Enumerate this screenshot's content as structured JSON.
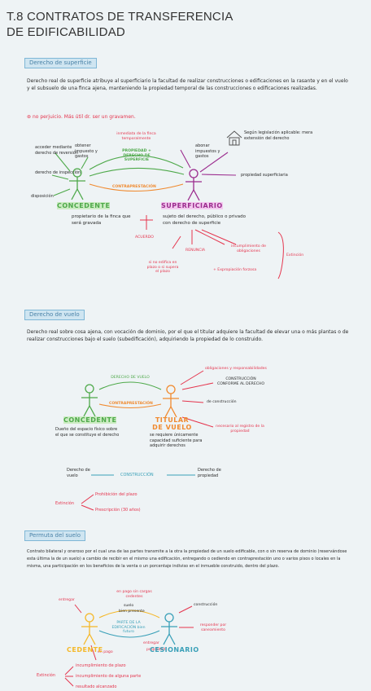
{
  "title": "T.8 CONTRATOS DE TRANSFERENCIA DE EDIFICABILIDAD",
  "s1": {
    "heading": "Derecho de superficie",
    "para": "Derecho real de superficie atribuye al superficiario la facultad de realizar construcciones o edificaciones en la rasante y en el vuelo y el subsuelo de una finca ajena, manteniendo la propiedad temporal de las construcciones o edificaciones realizadas.",
    "note": "no perjuicio. Más útil dr. ser un gravamen.",
    "left_opts": [
      "acceder mediante",
      "derecho de reversión",
      "derecho de inspección",
      "disposición"
    ],
    "left_top": "obtener impuesto y gastos",
    "center_top": "inmediata de la finca temporalmente",
    "center_box": "PROPIEDAD + DERECHO DE SUPERFICIE",
    "contra": "CONTRAPRESTACIÓN",
    "right_top": "abonar impuestos y gastos",
    "right_house": "Según legislación aplicable: mera extensión del derecho",
    "right_prop": "propiedad superficiaria",
    "role_left": "CONCEDENTE",
    "role_right": "SUPERFICIARIO",
    "left_under": "propietario de la finca que será gravada",
    "right_under": "sujeto del derecho, público o privado con derecho de superficie",
    "acuerdo": "ACUERDO",
    "renuncia": "RENUNCIA",
    "incumplimiento": "incumplimiento de obligaciones",
    "expropiacion": "+ Expropiación forzosa",
    "extincion": "Extinción",
    "no_edifica": "si no edifica en plazo o si supera el plazo"
  },
  "s2": {
    "heading": "Derecho de vuelo",
    "para": "Derecho real sobre cosa ajena, con vocación de dominio, por el que el titular adquiere la facultad de elevar una o más plantas o de realizar construcciones bajo el suelo (subedificación), adquiriendo la propiedad de lo construido.",
    "center_green": "DERECHO DE VUELO",
    "contra": "CONTRAPRESTACIÓN",
    "right_1": "obligaciones y responsabilidades",
    "right_2": "CONSTRUCCIÓN CONFORME AL DERECHO",
    "right_3": "de construcción",
    "role_left": "CONCEDENTE",
    "role_right": "TITULAR DE VUELO",
    "left_under": "Dueño del espacio físico sobre el que se constituye el derecho",
    "right_under": "se requiere únicamente capacidad suficiente para adquirir derechos",
    "right_reg": "necesario al registro de la propiedad",
    "flow_a": "Derecho de vuelo",
    "flow_b": "CONSTRUCCIÓN",
    "flow_c": "Derecho de propiedad",
    "extincion": "Extinción",
    "ext_1": "Prohibición del plazo",
    "ext_2": "Prescripción (30 años)"
  },
  "s3": {
    "heading": "Permuta del suelo",
    "para": "Contrato bilateral y oneroso por el cual una de las partes transmite a la otra la propiedad de un suelo edificable, con o sin reserva de dominio (reservándose esta última la de un suelo) a cambio de recibir en el mismo una edificación, entregando o cediendo en contraprestación uno o varios pisos o locales en la misma, una participación en los beneficios de la venta o un porcentaje indiviso en el inmueble construido, dentro del plazo.",
    "entregar": "entregar",
    "en_pago": "en pago sin cargas cedentes",
    "suelo": "suelo",
    "bien": "bien presente",
    "box": "PARTE DE LA EDIFICACIÓN bien futuro",
    "entregar2": "entregar",
    "propiedad": "propiedad",
    "en_pago2": "en pago",
    "construccion": "construcción",
    "responder": "responder por saneamiento",
    "role_left": "CEDENTE",
    "role_right": "CESIONARIO",
    "extincion": "Extinción",
    "ext_1": "incumplimiento de plazo",
    "ext_2": "incumplimiento de alguna parte",
    "ext_3": "resultado alcanzado"
  }
}
